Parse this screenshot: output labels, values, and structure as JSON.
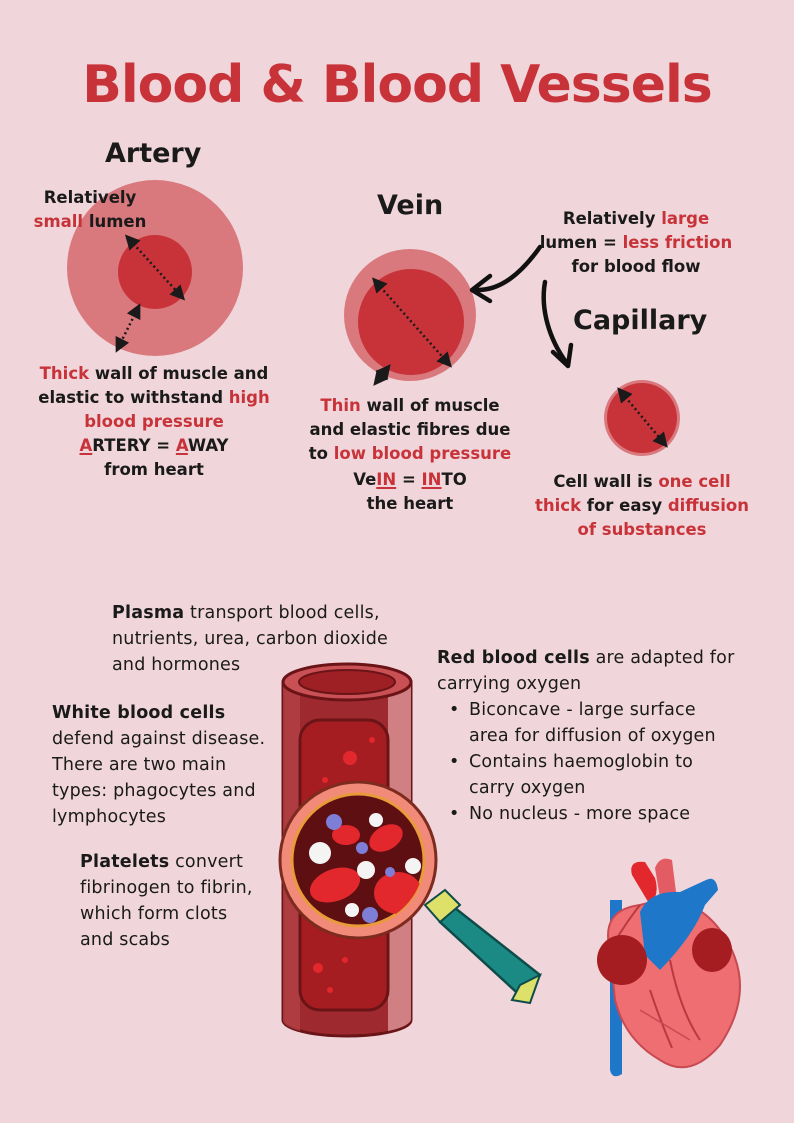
{
  "title": "Blood & Blood Vessels",
  "colors": {
    "background": "#f0d6da",
    "accent": "#c8333a",
    "vessel_outer": "#d9797d",
    "lumen": "#c8333a"
  },
  "vessels": {
    "artery": {
      "heading": "Artery",
      "lumen_label": {
        "line1": "Relatively",
        "highlight": "small",
        "rest": " lumen"
      },
      "wall_label": {
        "p1_red": "Thick",
        "p1": " wall of muscle and",
        "p2": "elastic to withstand ",
        "p2_red": "high",
        "p3_red": "blood pressure",
        "m_a1": "A",
        "m_rest1": "RTERY = ",
        "m_a2": "A",
        "m_rest2": "WAY",
        "m_line2": "from heart"
      }
    },
    "vein": {
      "heading": "Vein",
      "lumen_label": {
        "p1": "Relatively ",
        "p1_red": "large",
        "p2": "lumen = ",
        "p2_red": "less friction",
        "p3": "for blood flow"
      },
      "wall_label": {
        "p1_red": "Thin",
        "p1": " wall of muscle",
        "p2": "and elastic fibres due",
        "p3": "to ",
        "p3_red": "low blood pressure",
        "m_a": "Ve",
        "m_in1": "IN",
        "m_b": " = ",
        "m_in2": "IN",
        "m_c": "TO",
        "m_line2": "the heart"
      }
    },
    "capillary": {
      "heading": "Capillary",
      "label": {
        "p1": "Cell wall is ",
        "p1_red": "one cell",
        "p2_red": "thick",
        "p2": " for easy ",
        "p2_red2": "diffusion",
        "p3_red": "of substances"
      }
    }
  },
  "components": {
    "plasma": {
      "bold": "Plasma",
      "text": " transport blood cells,",
      "line2": "nutrients, urea, carbon dioxide",
      "line3": "and hormones"
    },
    "white_cells": {
      "bold": "White blood cells",
      "line2": "defend against disease.",
      "line3": "There are two main",
      "line4": "types: phagocytes and",
      "line5": "lymphocytes"
    },
    "platelets": {
      "bold": "Platelets",
      "text": " convert",
      "line2": "fibrinogen to fibrin,",
      "line3": "which form clots",
      "line4": "and scabs"
    },
    "red_cells": {
      "bold": "Red blood cells",
      "text": " are adapted for",
      "line2": "carrying oxygen",
      "bullets": [
        {
          "line1": "Biconcave - large surface",
          "line2": "area for diffusion of oxygen"
        },
        {
          "line1": "Contains haemoglobin to",
          "line2": "carry oxygen"
        },
        {
          "line1": "No nucleus - more space",
          "line2": ""
        }
      ]
    }
  },
  "icons": [
    "blood-vessel-icon",
    "magnifying-glass-icon",
    "heart-icon",
    "arrow-icon"
  ]
}
